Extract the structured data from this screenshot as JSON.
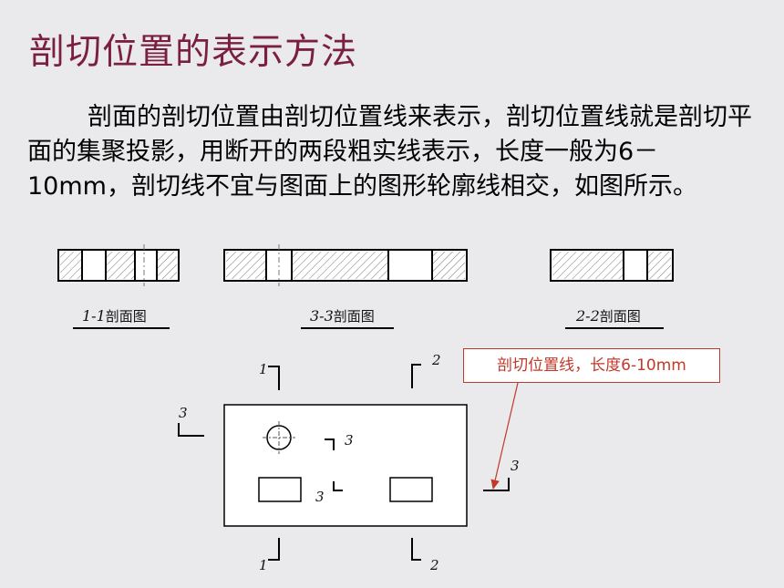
{
  "title": "剖切位置的表示方法",
  "paragraph": "剖面的剖切位置由剖切位置线来表示，剖切位置线就是剖切平面的集聚投影，用断开的两段粗实线表示，长度一般为6－10mm，剖切线不宜与图面上的图形轮廓线相交，如图所示。",
  "captions": {
    "section_1": {
      "num": "1-1",
      "label": "剖面图"
    },
    "section_3": {
      "num": "3-3",
      "label": "剖面图"
    },
    "section_2": {
      "num": "2-2",
      "label": "剖面图"
    }
  },
  "callout": "剖切位置线，长度6-10mm",
  "marks": {
    "one_top": "1",
    "one_bottom": "1",
    "two_top": "2",
    "two_bottom": "2",
    "three_left": "3",
    "three_inner_upper": "3",
    "three_inner_lower": "3",
    "three_right": "3"
  },
  "colors": {
    "title": "#7a1f40",
    "callout": "#c0392b",
    "background": "#eae9eb"
  }
}
